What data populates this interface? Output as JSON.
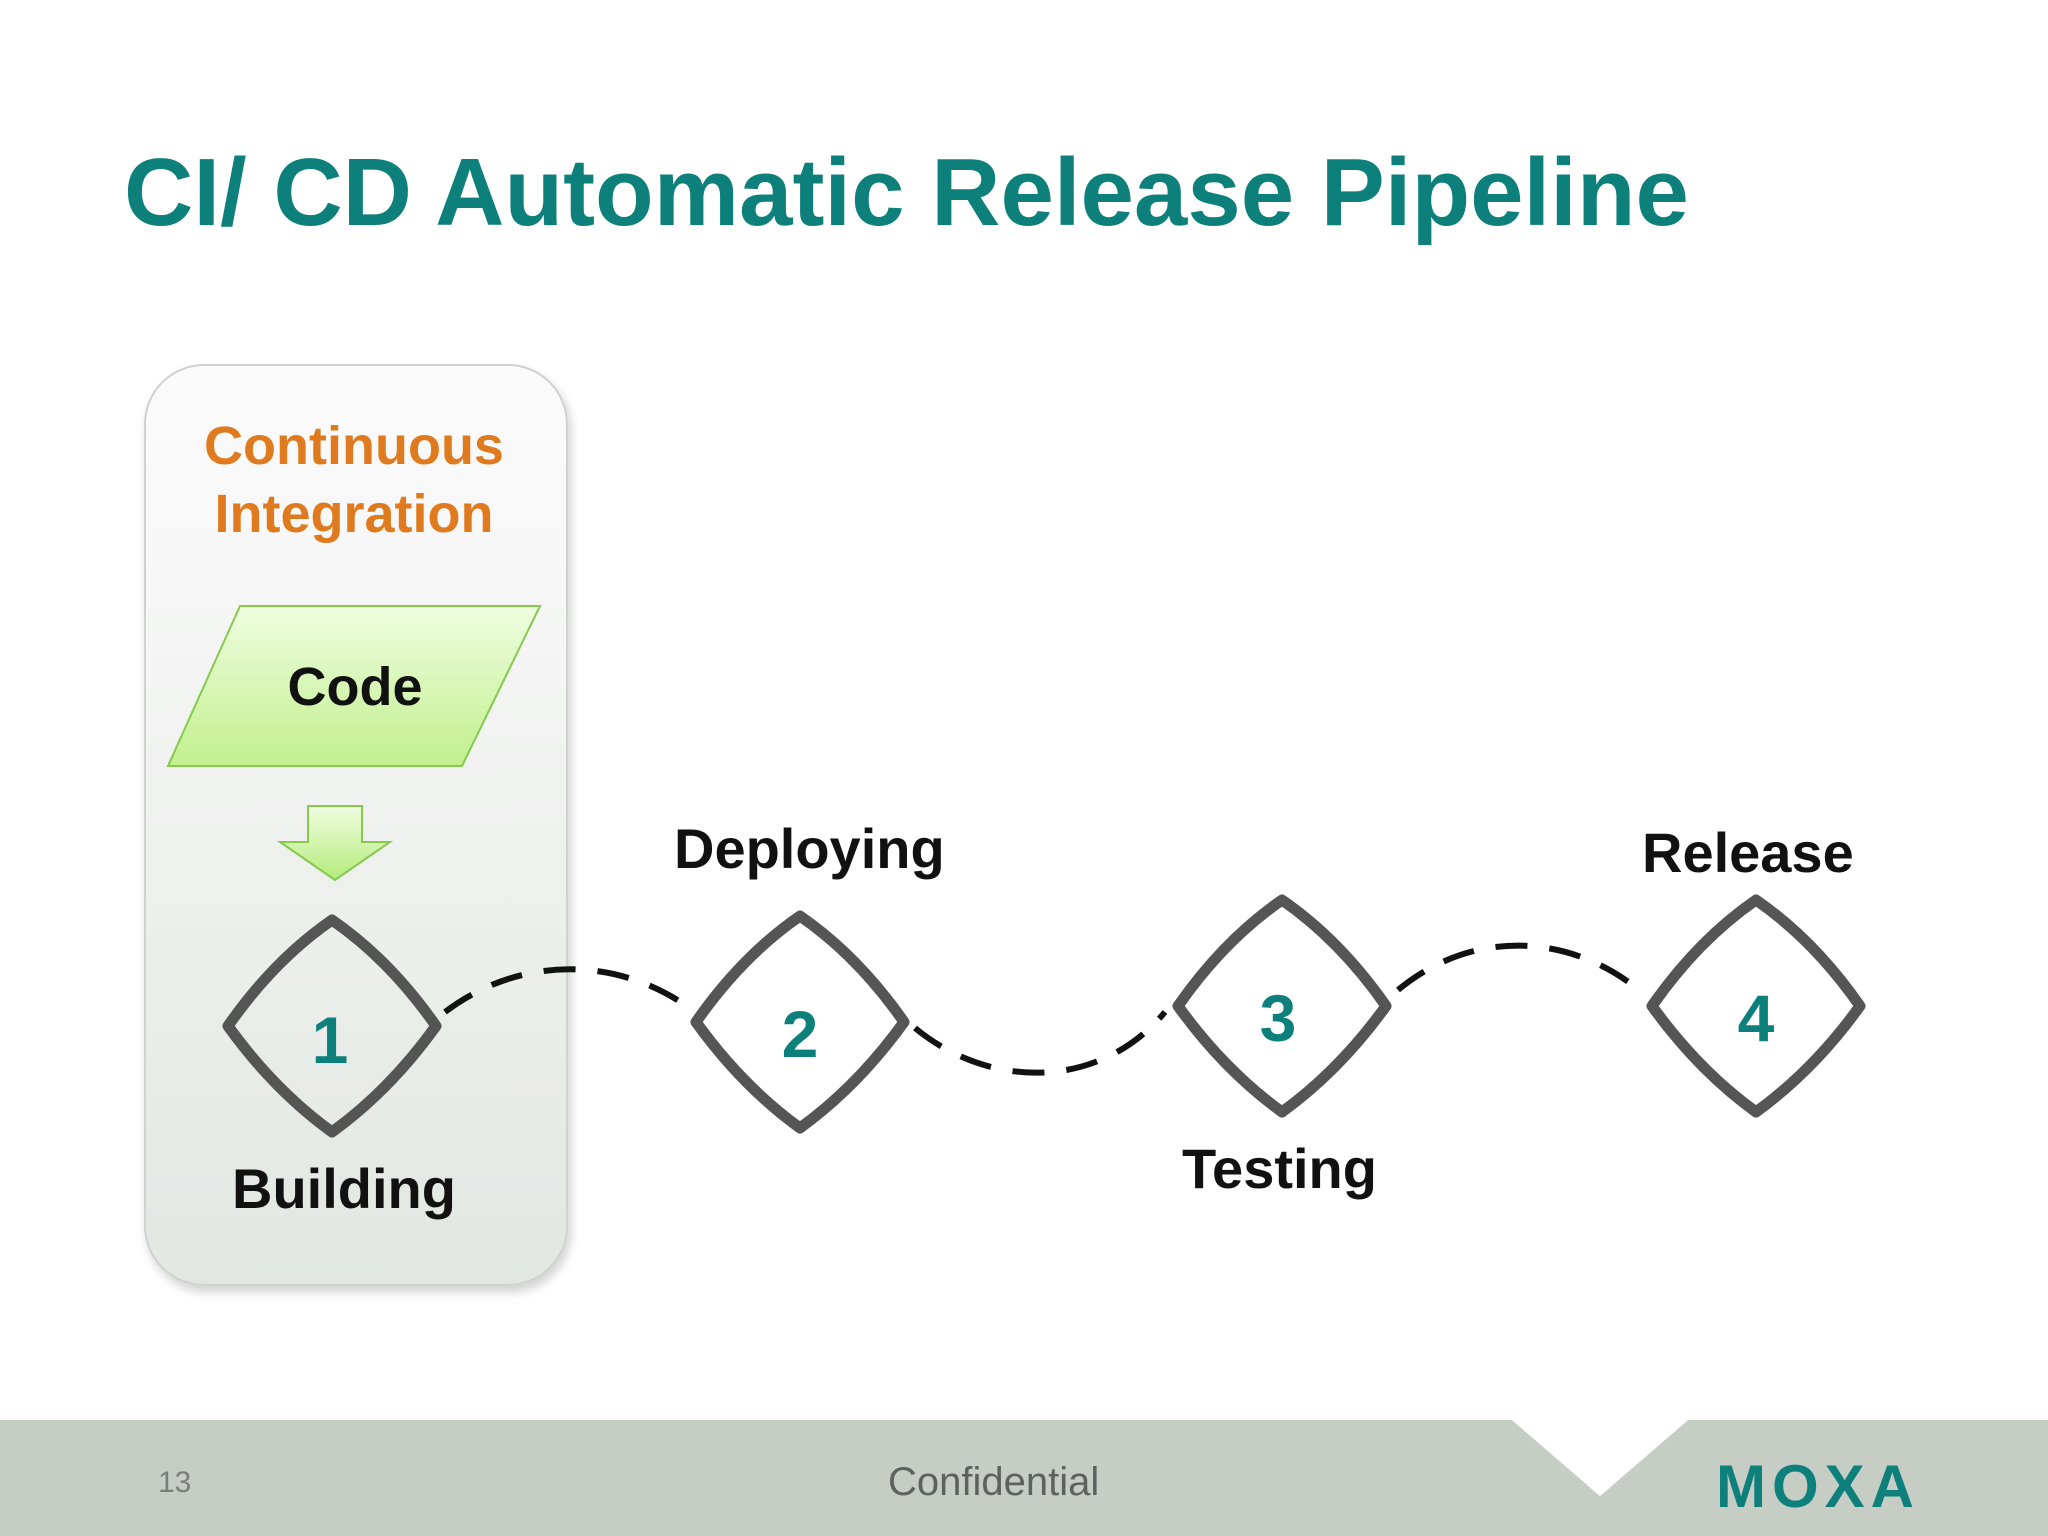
{
  "slide": {
    "title": "CI/ CD Automatic Release Pipeline",
    "page_number": "13",
    "footer_text": "Confidential",
    "logo": "MOXA"
  },
  "ci_group": {
    "title_line1": "Continuous",
    "title_line2": "Integration",
    "code_label": "Code"
  },
  "steps": [
    {
      "number": "1",
      "label": "Building"
    },
    {
      "number": "2",
      "label": "Deploying"
    },
    {
      "number": "3",
      "label": "Testing"
    },
    {
      "number": "4",
      "label": "Release"
    }
  ],
  "colors": {
    "teal": "#0e807c",
    "orange": "#e07a1e",
    "code_green": "#c9f29a",
    "diamond_stroke": "#555555",
    "footer_bg": "#c5cdc5"
  }
}
